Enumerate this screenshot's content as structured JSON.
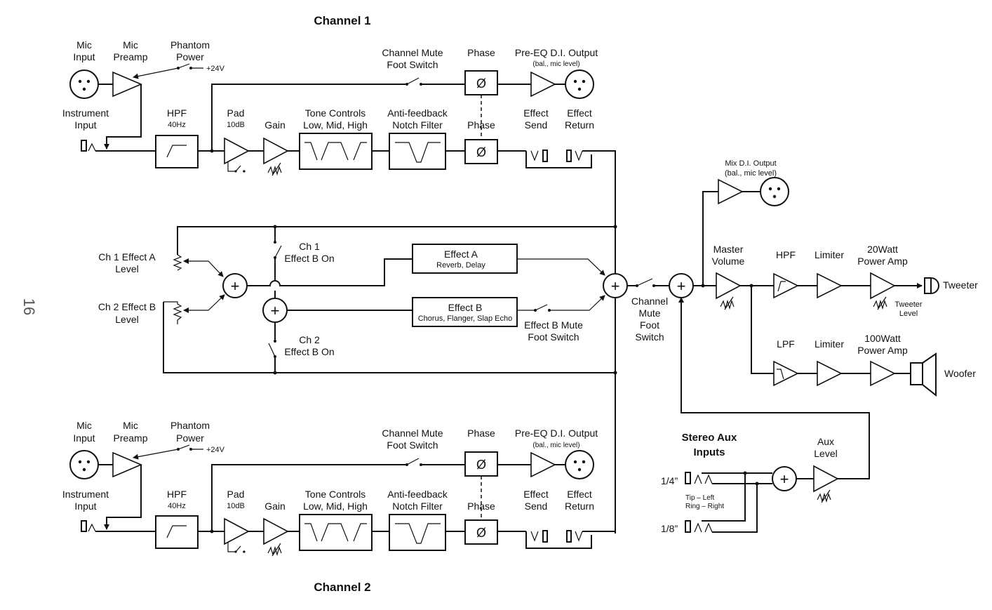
{
  "page_number": "16",
  "channel1": {
    "title": "Channel 1",
    "mic_input": [
      "Mic",
      "Input"
    ],
    "mic_preamp": [
      "Mic",
      "Preamp"
    ],
    "phantom_power": [
      "Phantom",
      "Power"
    ],
    "phantom_voltage": "+24V",
    "instrument_input": [
      "Instrument",
      "Input"
    ],
    "hpf": "HPF",
    "hpf_freq": "40Hz",
    "pad": "Pad",
    "pad_value": "10dB",
    "gain": "Gain",
    "tone_controls": [
      "Tone Controls",
      "Low, Mid, High"
    ],
    "anti_feedback": [
      "Anti-feedback",
      "Notch Filter"
    ],
    "phase_top": "Phase",
    "phase_bottom": "Phase",
    "phase_symbol": "Ø",
    "channel_mute": [
      "Channel Mute",
      "Foot Switch"
    ],
    "pre_eq_output": "Pre-EQ D.I. Output",
    "pre_eq_note": "(bal., mic level)",
    "effect_send": [
      "Effect",
      "Send"
    ],
    "effect_return": [
      "Effect",
      "Return"
    ]
  },
  "channel2": {
    "title": "Channel 2",
    "mic_input": [
      "Mic",
      "Input"
    ],
    "mic_preamp": [
      "Mic",
      "Preamp"
    ],
    "phantom_power": [
      "Phantom",
      "Power"
    ],
    "phantom_voltage": "+24V",
    "instrument_input": [
      "Instrument",
      "Input"
    ],
    "hpf": "HPF",
    "hpf_freq": "40Hz",
    "pad": "Pad",
    "pad_value": "10dB",
    "gain": "Gain",
    "tone_controls": [
      "Tone Controls",
      "Low, Mid, High"
    ],
    "anti_feedback": [
      "Anti-feedback",
      "Notch Filter"
    ],
    "phase_top": "Phase",
    "phase_bottom": "Phase",
    "phase_symbol": "Ø",
    "channel_mute": [
      "Channel Mute",
      "Foot Switch"
    ],
    "pre_eq_output": "Pre-EQ D.I. Output",
    "pre_eq_note": "(bal., mic level)",
    "effect_send": [
      "Effect",
      "Send"
    ],
    "effect_return": [
      "Effect",
      "Return"
    ]
  },
  "effects": {
    "ch1_effect_a_level": [
      "Ch 1 Effect A",
      "Level"
    ],
    "ch2_effect_b_level": [
      "Ch 2 Effect B",
      "Level"
    ],
    "ch1_effect_b_on": [
      "Ch 1",
      "Effect B On"
    ],
    "ch2_effect_b_on": [
      "Ch 2",
      "Effect B On"
    ],
    "effect_a": "Effect A",
    "effect_a_desc": "Reverb, Delay",
    "effect_b": "Effect B",
    "effect_b_desc": "Chorus, Flanger, Slap Echo",
    "effect_b_mute": [
      "Effect B Mute",
      "Foot Switch"
    ]
  },
  "output": {
    "channel_mute_switch": [
      "Channel",
      "Mute",
      "Foot",
      "Switch"
    ],
    "mix_di_output": "Mix D.I. Output",
    "mix_di_note": "(bal., mic level)",
    "master_volume": [
      "Master",
      "Volume"
    ],
    "hpf": "HPF",
    "lpf": "LPF",
    "limiter": "Limiter",
    "amp_20w": [
      "20Watt",
      "Power Amp"
    ],
    "amp_100w": [
      "100Watt",
      "Power Amp"
    ],
    "tweeter_level": [
      "Tweeter",
      "Level"
    ],
    "tweeter": "Tweeter",
    "woofer": "Woofer"
  },
  "aux": {
    "title": [
      "Stereo Aux",
      "Inputs"
    ],
    "quarter_inch": "1/4”",
    "eighth_inch": "1/8”",
    "tip": "Tip – Left",
    "ring": "Ring – Right",
    "aux_level": [
      "Aux",
      "Level"
    ]
  },
  "symbols": {
    "sum": "+"
  }
}
